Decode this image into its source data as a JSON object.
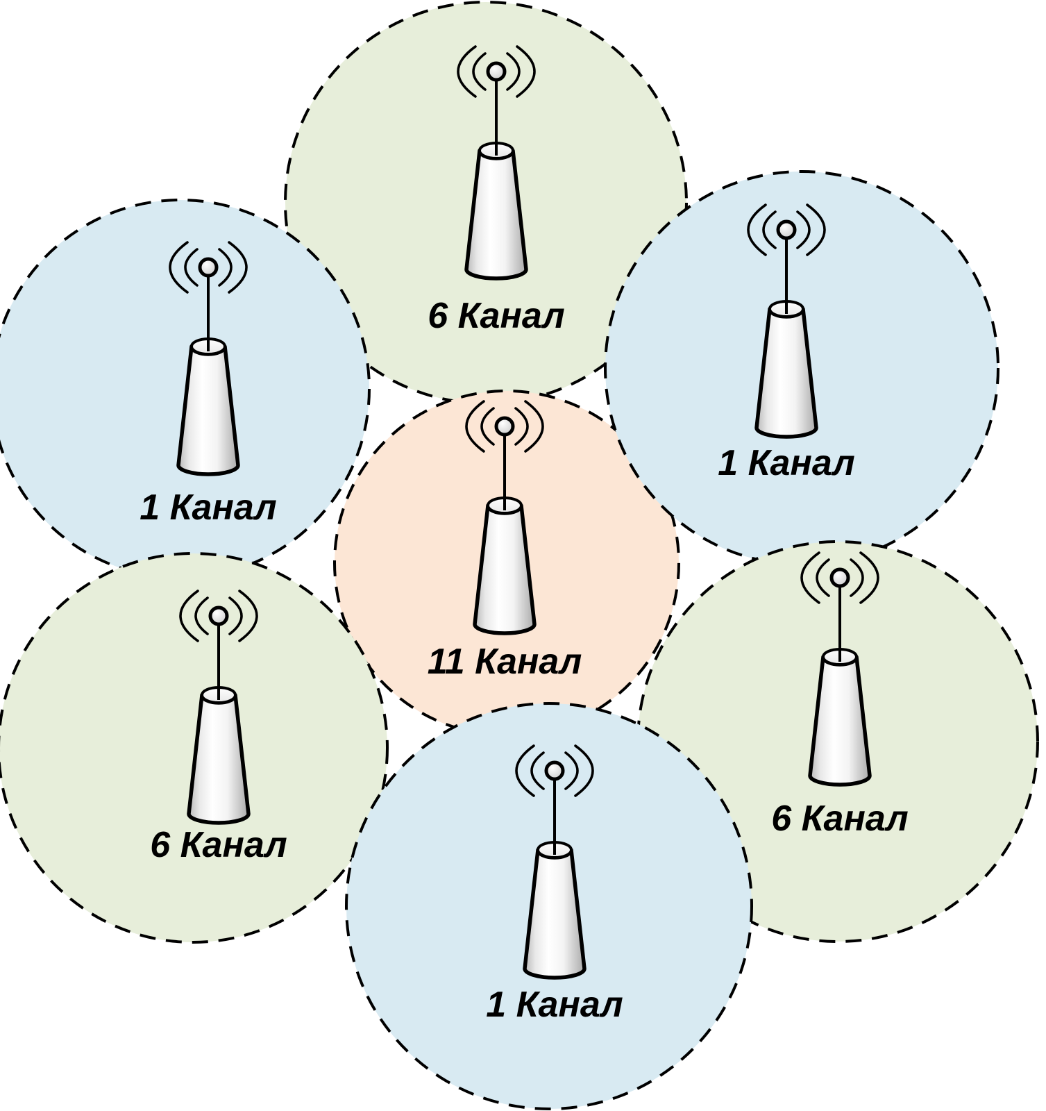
{
  "diagram": {
    "type": "wifi-channel-allocation",
    "unit_word": "Канал"
  },
  "colors": {
    "cell_green": "#e7eeda",
    "cell_blue": "#d8eaf2",
    "cell_peach": "#fce6d5",
    "outline": "#000000",
    "background": "#ffffff"
  },
  "cells": [
    {
      "id": "top-center",
      "channel": 6,
      "label": "6 Канал",
      "fill": "#e7eeda"
    },
    {
      "id": "center",
      "channel": 11,
      "label": "11 Канал",
      "fill": "#fce6d5"
    },
    {
      "id": "top-left",
      "channel": 1,
      "label": "1 Канал",
      "fill": "#d8eaf2"
    },
    {
      "id": "top-right",
      "channel": 1,
      "label": "1 Канал",
      "fill": "#d8eaf2"
    },
    {
      "id": "bottom-left",
      "channel": 6,
      "label": "6 Канал",
      "fill": "#e7eeda"
    },
    {
      "id": "bottom-right",
      "channel": 6,
      "label": "6 Канал",
      "fill": "#e7eeda"
    },
    {
      "id": "bottom-center",
      "channel": 1,
      "label": "1 Канал",
      "fill": "#d8eaf2"
    }
  ]
}
